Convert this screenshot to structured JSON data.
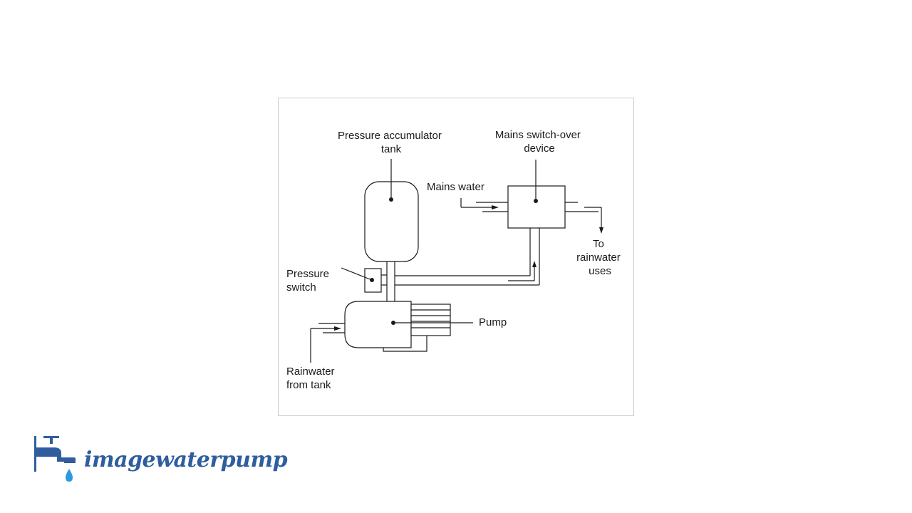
{
  "diagram": {
    "labels": {
      "pressure_accumulator_tank": [
        "Pressure accumulator",
        "tank"
      ],
      "mains_switch_over_device": [
        "Mains switch-over",
        "device"
      ],
      "mains_water": "Mains water",
      "to_rainwater_uses": [
        "To",
        "rainwater",
        "uses"
      ],
      "pressure_switch": [
        "Pressure",
        "switch"
      ],
      "pump": "Pump",
      "rainwater_from_tank": [
        "Rainwater",
        "from tank"
      ]
    }
  },
  "logo": {
    "text": "imagewaterpump",
    "color": "#2f5d9e",
    "accent_color": "#2a9be0",
    "icon": "water-tap-icon"
  }
}
